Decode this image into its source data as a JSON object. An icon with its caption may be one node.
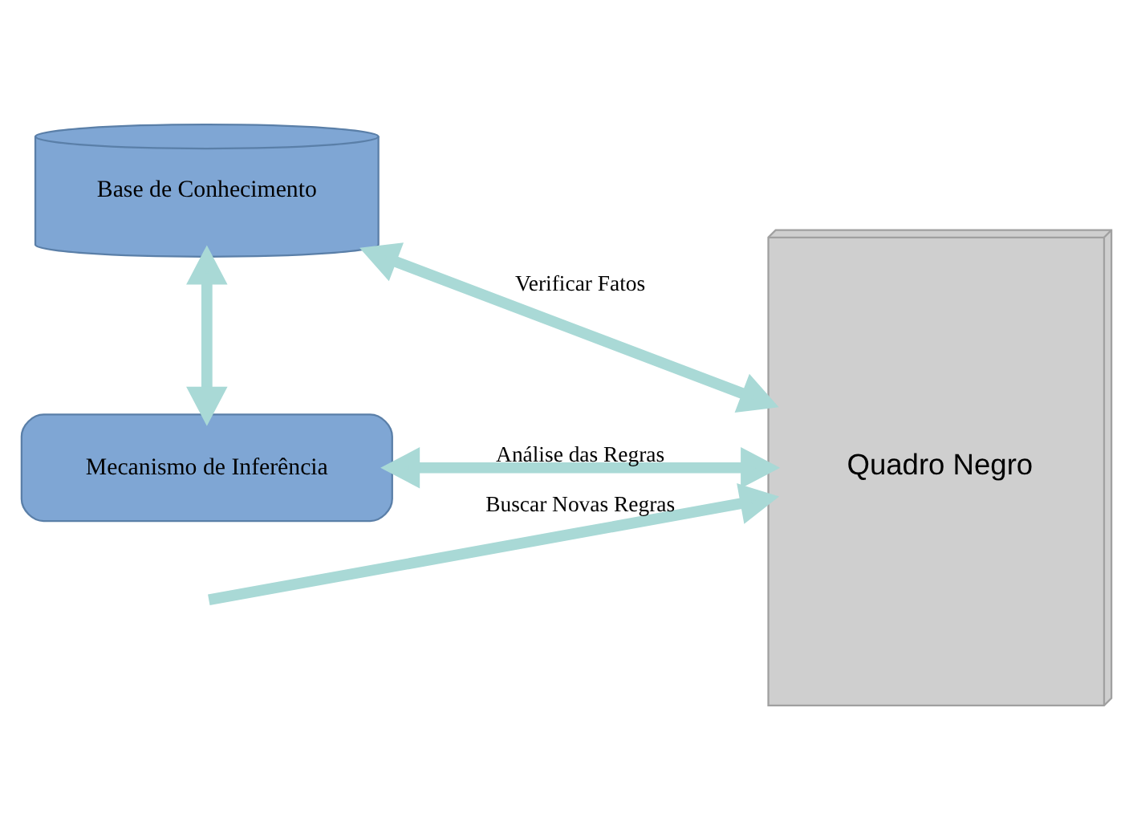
{
  "diagram": {
    "nodes": [
      {
        "text": [
          "Base de Conhecimento"
        ]
      },
      {
        "text": [
          "Quadro Negro"
        ]
      },
      {
        "text": [
          "Mecanismo de Inferência"
        ]
      }
    ],
    "edges": [
      {
        "from": 0,
        "to": 2,
        "arrow": "both"
      },
      {
        "from": 0,
        "to": 1,
        "arrow": "both",
        "label": "Verificar Fatos"
      },
      {
        "from": null,
        "to": 1,
        "arrow": "to",
        "label": "Buscar Novas Regras"
      },
      {
        "from": 2,
        "to": 1,
        "arrow": "both",
        "label": "Análise das Regras"
      }
    ]
  }
}
